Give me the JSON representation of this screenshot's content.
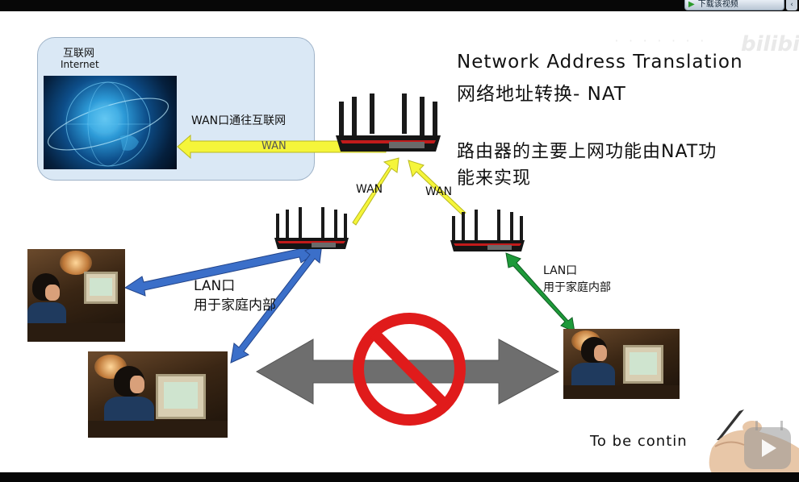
{
  "player": {
    "download_button_label": "下载该视频",
    "download_button_icon": "play-icon",
    "watermark": "bilibili"
  },
  "internet_box": {
    "title_cn": "互联网",
    "title_en": "Internet"
  },
  "heading": {
    "line1": "Network Address Translation",
    "line2": "网络地址转换- NAT",
    "desc_line1": "路由器的主要上网功能由NAT功",
    "desc_line2": "能来实现"
  },
  "labels": {
    "wan0_to_internet": "WAN口通往互联网",
    "wan_main": "WAN",
    "wan_left": "WAN",
    "wan_right": "WAN",
    "lan_left_1": "LAN口",
    "lan_left_2": "用于家庭内部",
    "lan_right_1": "LAN口",
    "lan_right_2": "用于家庭内部",
    "to_be_continued": "To be contin"
  },
  "colors": {
    "wan_arrow": "#f5f53a",
    "lan_left_arrow": "#3b6fc9",
    "lan_right_arrow": "#1e9a3a",
    "blocked_arrow": "#6e6e6e",
    "prohibition_sign": "#e01b1b",
    "internet_box_bg": "#dae8f5"
  }
}
